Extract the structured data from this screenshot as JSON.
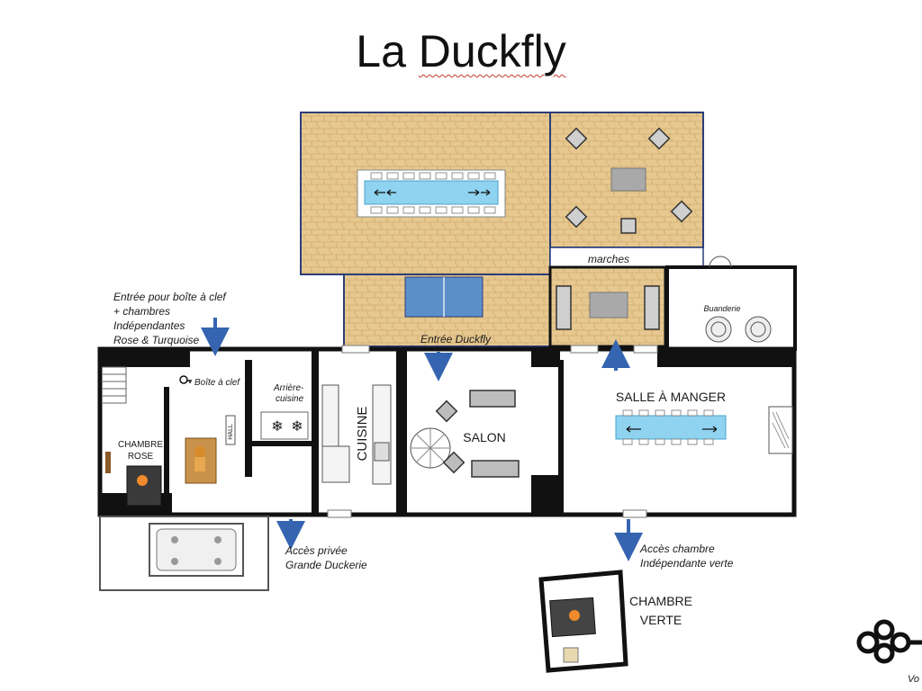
{
  "title": {
    "prefix": "La ",
    "underlined": "Duckfly"
  },
  "labels": {
    "entree_boite_1": "Entrée pour boîte à clef",
    "entree_boite_2": "+ chambres",
    "entree_boite_3": "Indépendantes",
    "entree_boite_4": "Rose & Turquoise",
    "marches": "marches",
    "buanderie": "Buanderie",
    "entree_duckfly": "Entrée Duckfly",
    "boite_a_clef": "Boîte à clef",
    "arriere_1": "Arrière-",
    "arriere_2": "cuisine",
    "hall": "HALL",
    "cuisine": "CUISINE",
    "salon": "SALON",
    "salle_a_manger": "SALLE À MANGER",
    "chambre_rose_1": "CHAMBRE",
    "chambre_rose_2": "ROSE",
    "acces_privee_1": "Accès privée",
    "acces_privee_2": "Grande Duckerie",
    "acces_chambre_1": "Accès chambre",
    "acces_chambre_2": "Indépendante verte",
    "chambre_verte_1": "CHAMBRE",
    "chambre_verte_2": "VERTE",
    "logo_text": "Vo"
  },
  "colors": {
    "wall": "#111111",
    "floor_wood": "#e6c890",
    "terrace_border": "#2c3e7a",
    "table": "#8fd3f0",
    "pingpong": "#5b8fc9",
    "arrow": "#3565b0",
    "orange_dot": "#f08a2c"
  }
}
